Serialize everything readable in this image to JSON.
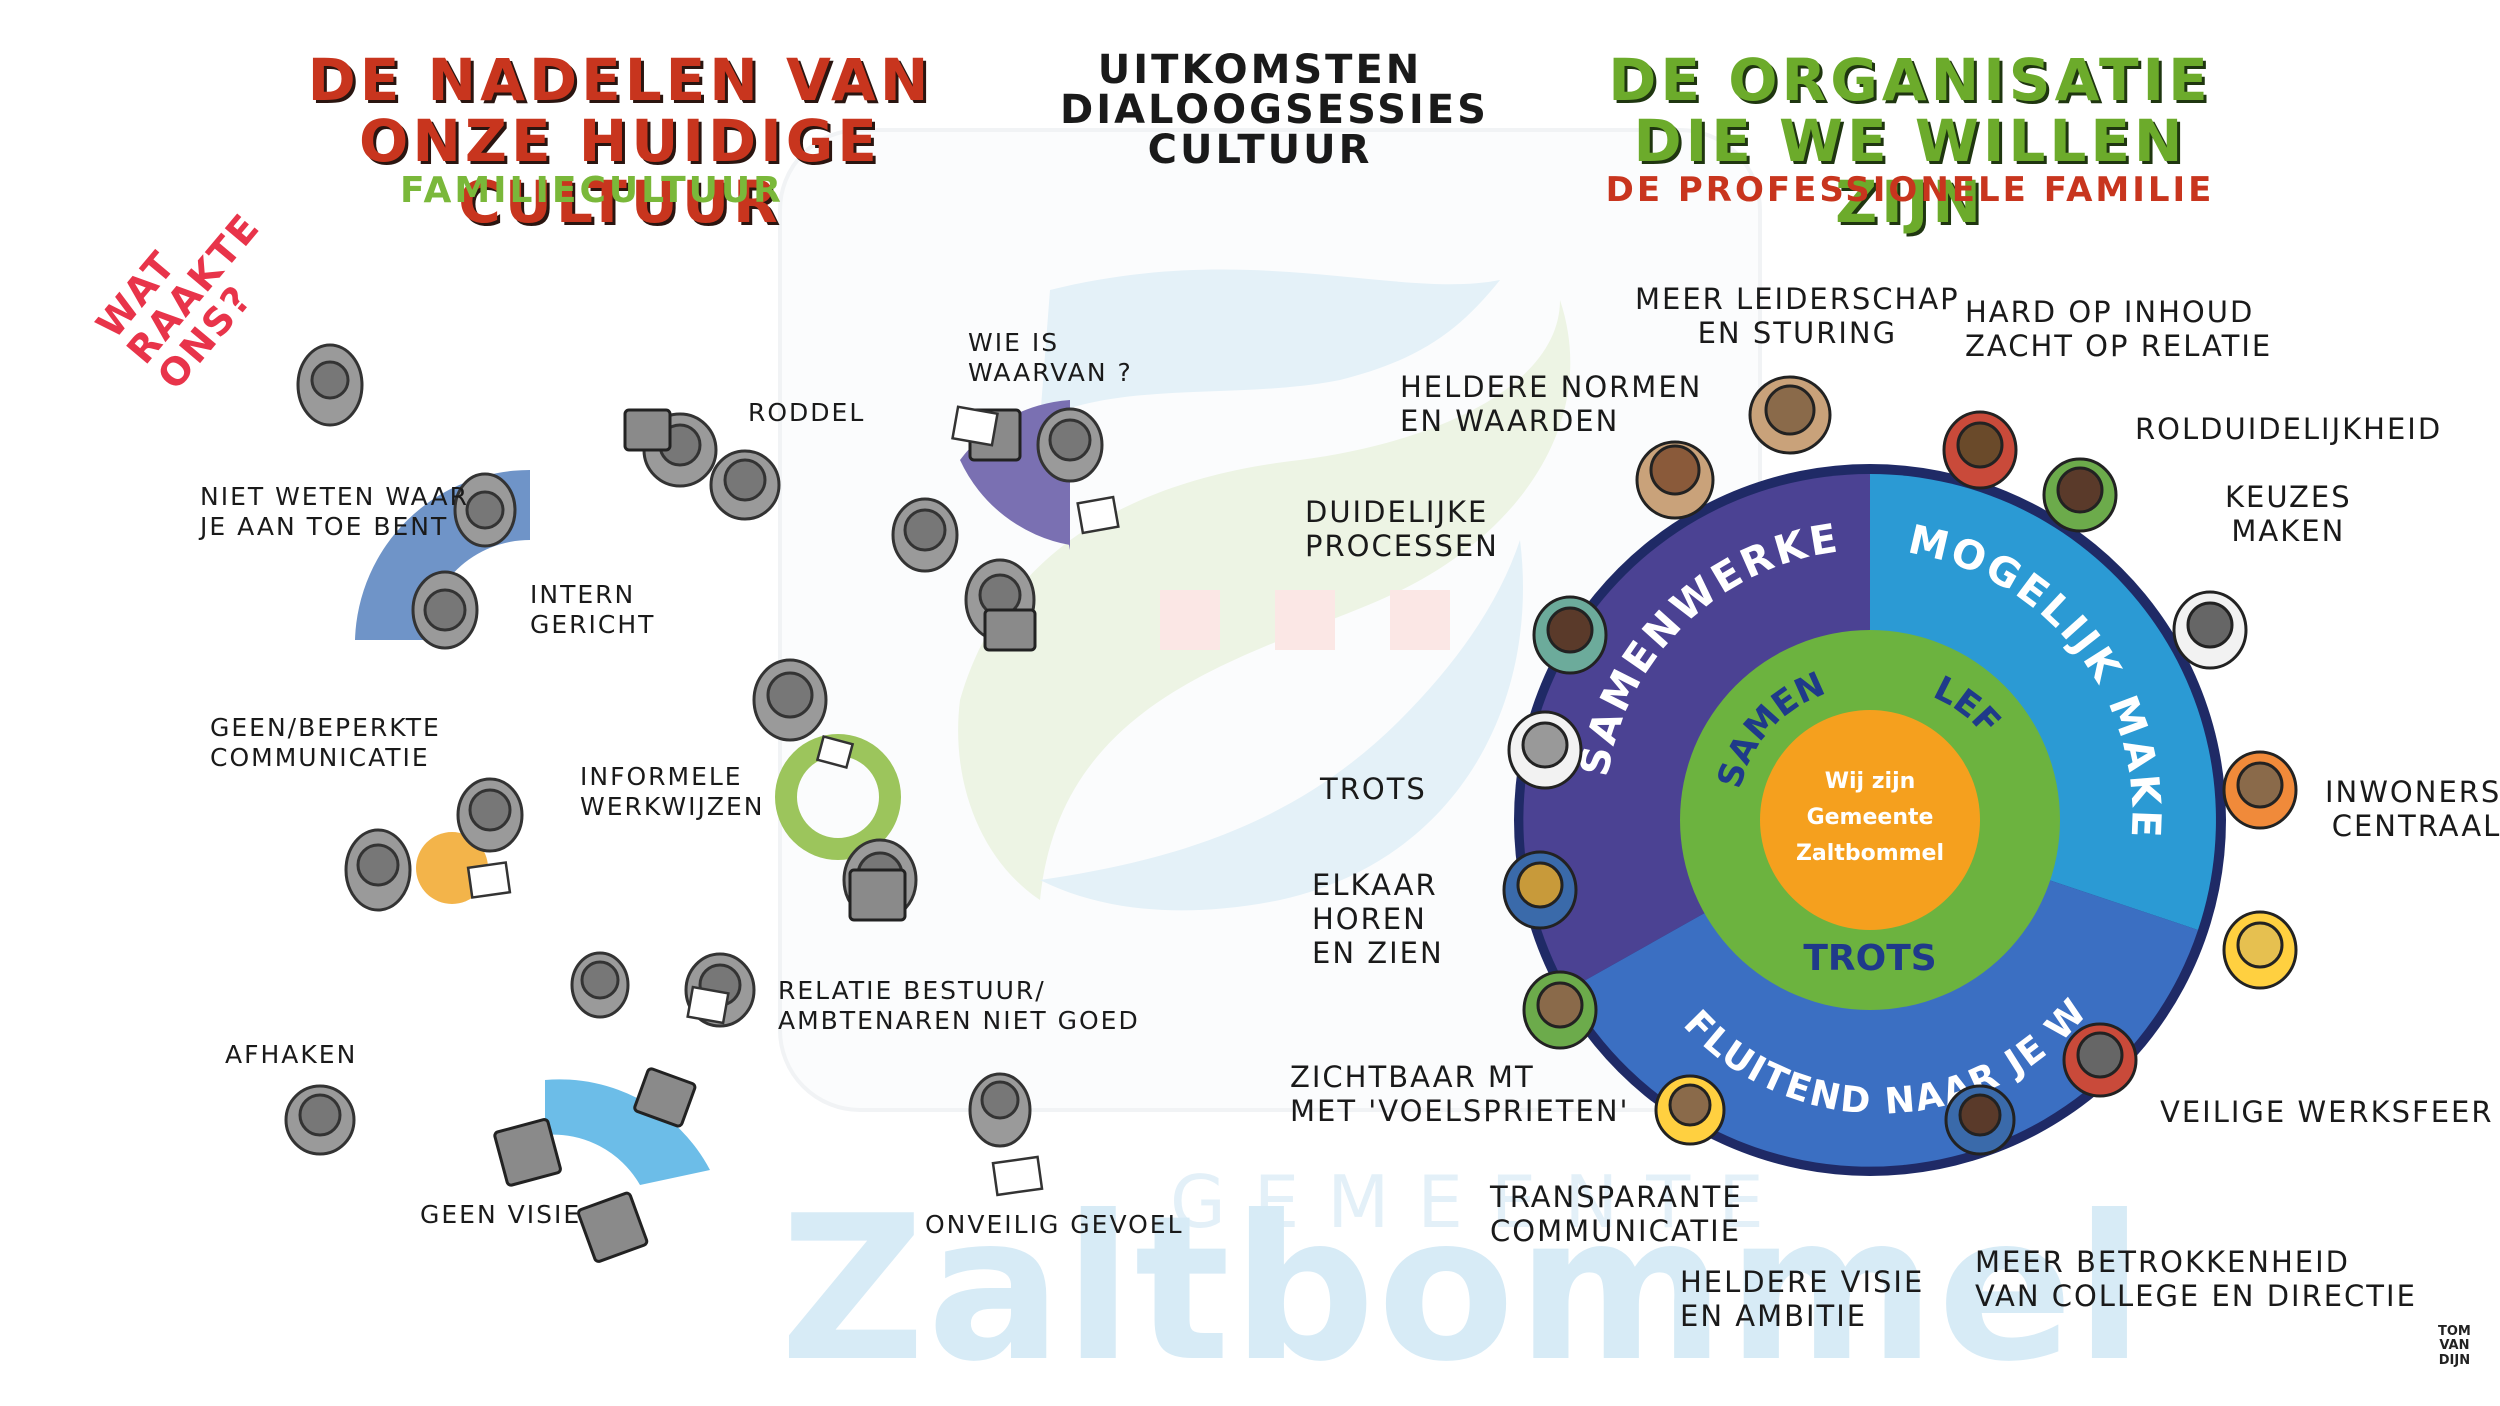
{
  "titles": {
    "left_line1": "DE NADELEN VAN",
    "left_line2": "ONZE HUIDIGE CULTUUR",
    "left_sub": "FAMILIECULTUUR",
    "center_line1": "UITKOMSTEN",
    "center_line2": "DIALOOGSESSIES",
    "center_line3": "CULTUUR",
    "right_line1": "DE ORGANISATIE",
    "right_line2": "DIE WE WILLEN ZIJN",
    "right_sub": "DE PROFESSIONELE FAMILIE"
  },
  "wat_raakte_ons": [
    "WAT",
    "RAAKTE",
    "ONS?"
  ],
  "left_labels": {
    "niet_weten": [
      "NIET WETEN WAAR",
      "JE AAN TOE BENT"
    ],
    "roddel": "RODDEL",
    "wie_is": [
      "WIE IS",
      "WAARVAN ?"
    ],
    "intern": [
      "INTERN",
      "GERICHT"
    ],
    "geen_beperkte": [
      "GEEN/BEPERKTE",
      "COMMUNICATIE"
    ],
    "informele": [
      "INFORMELE",
      "WERKWIJZEN"
    ],
    "relatie": [
      "RELATIE BESTUUR/",
      "AMBTENAREN NIET GOED"
    ],
    "afhaken": "AFHAKEN",
    "geen_visie": "GEEN VISIE",
    "onveilig": "ONVEILIG GEVOEL"
  },
  "right_labels": {
    "meer_leiderschap": [
      "MEER LEIDERSCHAP",
      "EN STURING"
    ],
    "hard_op_inhoud": [
      "HARD OP INHOUD",
      "ZACHT OP RELATIE"
    ],
    "heldere_normen": [
      "HELDERE NORMEN",
      "EN WAARDEN"
    ],
    "rolduidelijkheid": "ROLDUIDELIJKHEID",
    "keuzes": [
      "KEUZES",
      "MAKEN"
    ],
    "duidelijke": [
      "DUIDELIJKE",
      "PROCESSEN"
    ],
    "trots": "TROTS",
    "inwoners": [
      "INWONERS",
      "CENTRAAL"
    ],
    "elkaar": [
      "ELKAAR",
      "HOREN",
      "EN ZIEN"
    ],
    "zichtbaar": [
      "ZICHTBAAR MT",
      "MET 'VOELSPRIETEN'"
    ],
    "veilige": "VEILIGE WERKSFEER",
    "transparante": [
      "TRANSPARANTE",
      "COMMUNICATIE"
    ],
    "meer_betrokkenheid": [
      "MEER BETROKKENHEID",
      "VAN COLLEGE EN DIRECTIE"
    ],
    "heldere_visie": [
      "HELDERE VISIE",
      "EN AMBITIE"
    ]
  },
  "wheel": {
    "segment_1": "SAMENWERKEN",
    "segment_2": "MOGELIJK MAKEN",
    "segment_3": "FLUITEND NAAR JE WERK",
    "ring_1": "SAMEN",
    "ring_2": "LEF",
    "ring_3": "TROTS",
    "center_line1": "Wij zijn",
    "center_line2": "Gemeente",
    "center_line3": "Zaltbommel",
    "colors": {
      "samenwerken": "#4b4293",
      "mogelijk": "#2b9ad4",
      "fluitend": "#3b6fc2",
      "ring_green": "#6cb33f",
      "center_orange": "#f5a01e",
      "outer_rim": "#1f2a66"
    }
  },
  "watermark": {
    "gemeente": "GEMEENTE",
    "name": "Zaltbommel"
  },
  "signature": [
    "TOM",
    "VAN",
    "DIJN"
  ],
  "colors": {
    "title_red": "#c8351e",
    "title_green": "#6cab2b",
    "wat_pink": "#e8344a",
    "arc_blue": "#6f94c8",
    "arc_purple": "#7a70b2",
    "arc_green": "#9cc55c",
    "arc_orange": "#f3b44a",
    "arc_lightblue": "#6cbde8"
  }
}
